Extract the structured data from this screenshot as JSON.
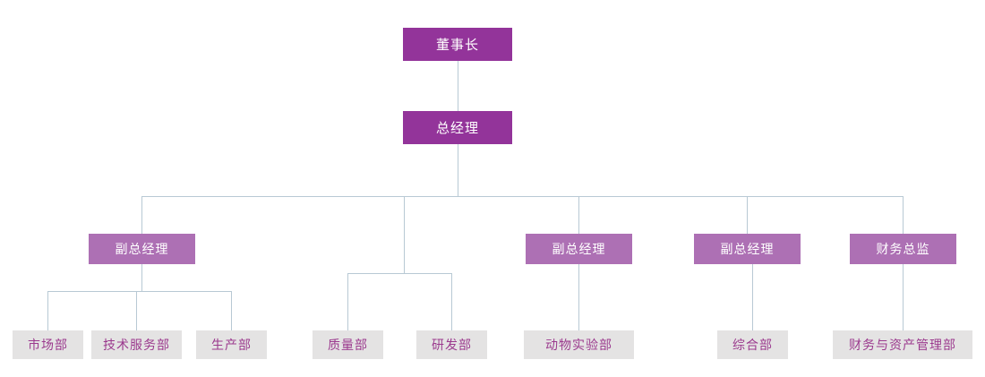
{
  "chart": {
    "type": "org-chart",
    "title": "",
    "colors": {
      "level1_fill": "#93349a",
      "level2_fill": "#ad70b4",
      "level3_fill": "#e4e3e3",
      "level1_text": "#ffffff",
      "level2_text": "#ffffff",
      "level3_text": "#9b3a8e",
      "connector": "#b8c9d4",
      "background": "#ffffff"
    },
    "nodes": {
      "chairman": {
        "label": "董事长",
        "level": 1
      },
      "general_manager": {
        "label": "总经理",
        "level": 1
      },
      "deputy_gm_1": {
        "label": "副总经理",
        "level": 2
      },
      "deputy_gm_2": {
        "label": "副总经理",
        "level": 2
      },
      "deputy_gm_3": {
        "label": "副总经理",
        "level": 2
      },
      "finance_director": {
        "label": "财务总监",
        "level": 2
      },
      "marketing_dept": {
        "label": "市场部",
        "level": 3
      },
      "tech_service_dept": {
        "label": "技术服务部",
        "level": 3
      },
      "production_dept": {
        "label": "生产部",
        "level": 3
      },
      "quality_dept": {
        "label": "质量部",
        "level": 3
      },
      "rnd_dept": {
        "label": "研发部",
        "level": 3
      },
      "animal_lab_dept": {
        "label": "动物实验部",
        "level": 3
      },
      "general_affairs_dept": {
        "label": "综合部",
        "level": 3
      },
      "finance_asset_dept": {
        "label": "财务与资产管理部",
        "level": 3
      }
    }
  }
}
